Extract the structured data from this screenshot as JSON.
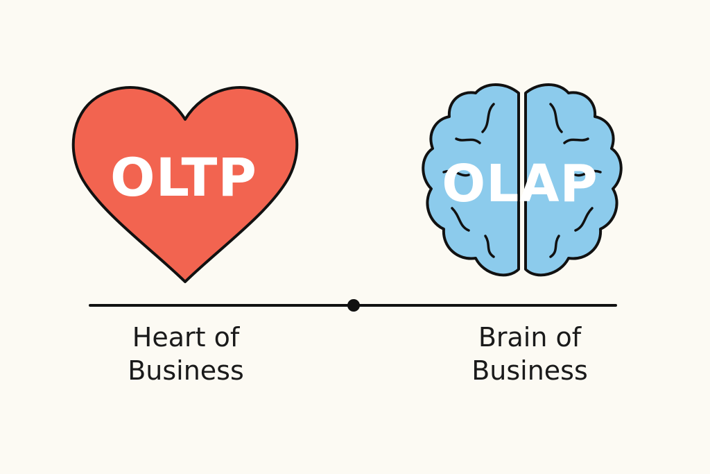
{
  "left": {
    "label": "OLTP",
    "caption_line1": "Heart of",
    "caption_line2": "Business",
    "icon": "heart-icon",
    "fill_color": "#f26450"
  },
  "right": {
    "label": "OLAP",
    "caption_line1": "Brain of",
    "caption_line2": "Business",
    "icon": "brain-icon",
    "fill_color": "#8ccbec"
  },
  "colors": {
    "background": "#fcfaf3",
    "outline": "#111111",
    "text": "#1a1a1a"
  }
}
